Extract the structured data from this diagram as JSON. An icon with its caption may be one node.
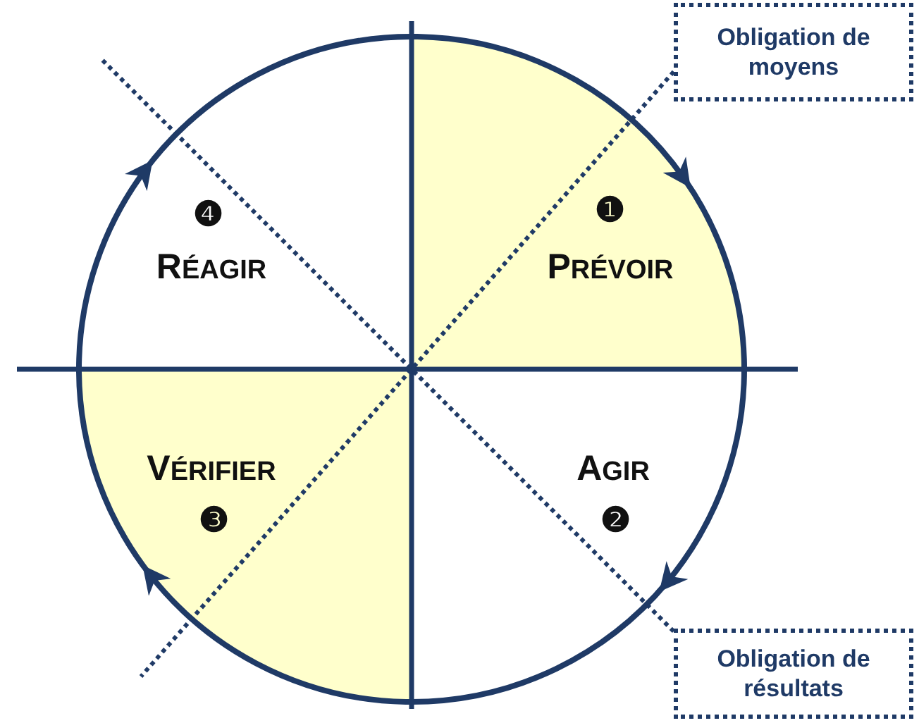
{
  "diagram": {
    "nodes": [
      {
        "text": [
          "❶",
          "PRÉVOIR"
        ]
      },
      {
        "text": [
          "AGIR",
          "❷"
        ]
      },
      {
        "text": [
          "VÉRIFIER",
          "❸"
        ]
      },
      {
        "text": [
          "❹",
          "RÉAGIR"
        ]
      },
      {
        "text": [
          "Obligation de moyens"
        ]
      },
      {
        "text": [
          "Obligation de résultats"
        ]
      }
    ],
    "edges": [
      {
        "from": 0,
        "to": 1,
        "arrow": "to"
      },
      {
        "from": 1,
        "to": 2,
        "arrow": "to"
      },
      {
        "from": 2,
        "to": 3,
        "arrow": "to"
      },
      {
        "from": 3,
        "to": 0,
        "arrow": "to"
      },
      {
        "from": 4,
        "to": null,
        "arrow": "none",
        "style": "dashed"
      },
      {
        "from": 5,
        "to": null,
        "arrow": "none",
        "style": "dashed"
      }
    ]
  }
}
